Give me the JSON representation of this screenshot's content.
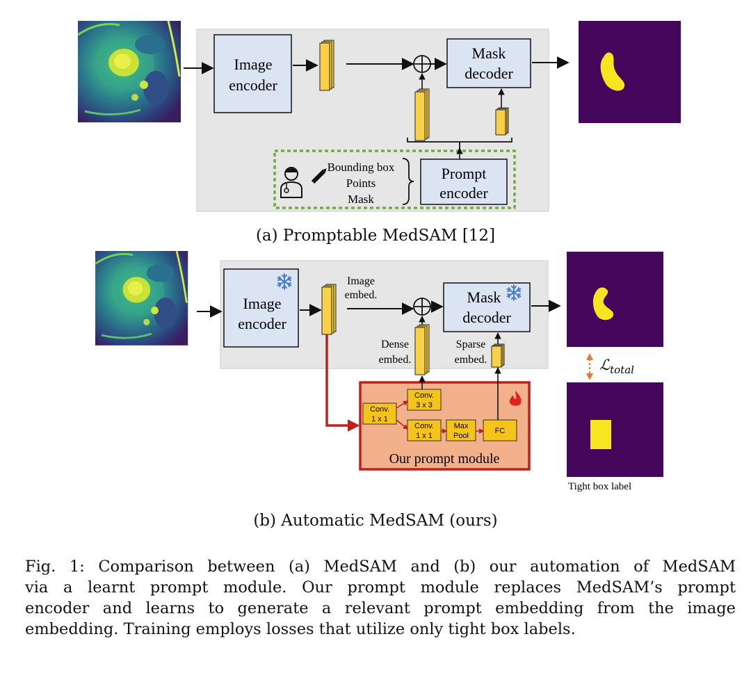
{
  "panel_a": {
    "image_encoder": [
      "Image",
      "encoder"
    ],
    "mask_decoder": [
      "Mask",
      "decoder"
    ],
    "prompt_types": [
      "Bounding box",
      "Points",
      "Mask"
    ],
    "prompt_encoder": [
      "Prompt",
      "encoder"
    ],
    "caption": "(a) Promptable MedSAM [12]"
  },
  "panel_b": {
    "image_encoder": [
      "Image",
      "encoder"
    ],
    "mask_decoder": [
      "Mask",
      "decoder"
    ],
    "image_embed": [
      "Image",
      "embed."
    ],
    "dense_embed": [
      "Dense",
      "embed."
    ],
    "sparse_embed": [
      "Sparse",
      "embed."
    ],
    "conv1_a": [
      "Conv.",
      "1 x 1"
    ],
    "conv3": [
      "Conv.",
      "3 x 3"
    ],
    "conv1_b": [
      "Conv.",
      "1 x 1"
    ],
    "maxpool": [
      "Max",
      "Pool"
    ],
    "fc": "FC",
    "module_label": "Our prompt module",
    "loss_main": "ℒ",
    "loss_sub": "total",
    "tight_box_label": "Tight box label",
    "caption": "(b) Automatic MedSAM (ours)"
  },
  "figure_caption": [
    "Fig. 1: Comparison between (a) MedSAM and (b) our automation of MedSAM",
    "via a learnt prompt module. Our prompt module replaces MedSAM’s prompt",
    "encoder and learns to generate a relevant prompt embedding from the image",
    "embedding. Training employs losses that utilize only tight box labels."
  ],
  "colors": {
    "panel_bg": "#e6e6e6",
    "encoder_box": "#dbe4f3",
    "embedding": "#f8d148",
    "mask_bg": "#44075c",
    "mask_fg": "#f6e521",
    "prompt_dash": "#6fae3e",
    "module_bg": "#f2b18a",
    "module_border": "#c0201c",
    "module_block": "#f6c21c",
    "red_arrow": "#c0201c",
    "snowflake": "#4a7cc8",
    "flame": "#e2211c",
    "loss_arrow": "#e07b3a"
  },
  "icons": [
    "snowflake-icon",
    "flame-icon",
    "clinician-icon",
    "pen-icon"
  ]
}
